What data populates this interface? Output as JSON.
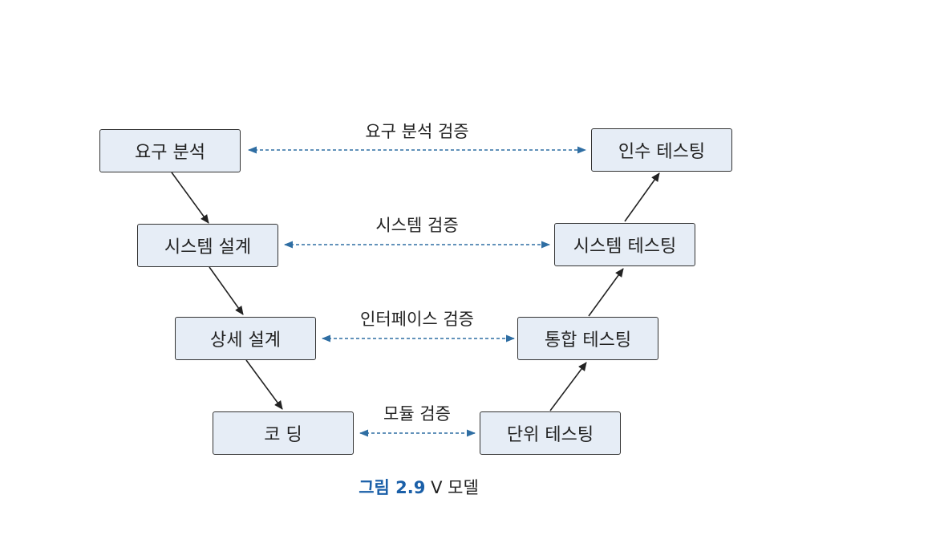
{
  "diagram": {
    "left_boxes": [
      {
        "id": "requirements",
        "label": "요구 분석"
      },
      {
        "id": "system-design",
        "label": "시스템 설계"
      },
      {
        "id": "detail-design",
        "label": "상세 설계"
      },
      {
        "id": "coding",
        "label": "코 딩"
      }
    ],
    "right_boxes": [
      {
        "id": "acceptance-test",
        "label": "인수 테스팅"
      },
      {
        "id": "system-test",
        "label": "시스템 테스팅"
      },
      {
        "id": "integration-test",
        "label": "통합 테스팅"
      },
      {
        "id": "unit-test",
        "label": "단위 테스팅"
      }
    ],
    "verification_labels": [
      {
        "label": "요구 분석 검증"
      },
      {
        "label": "시스템 검증"
      },
      {
        "label": "인터페이스 검증"
      },
      {
        "label": "모듈 검증"
      }
    ],
    "colors": {
      "box_fill": "#e6edf6",
      "box_border": "#333333",
      "dashed_arrow": "#2f6ea3",
      "solid_arrow": "#222222",
      "caption_accent": "#1a5fa8"
    }
  },
  "caption": {
    "number": "그림 2.9",
    "title": "V 모델"
  }
}
